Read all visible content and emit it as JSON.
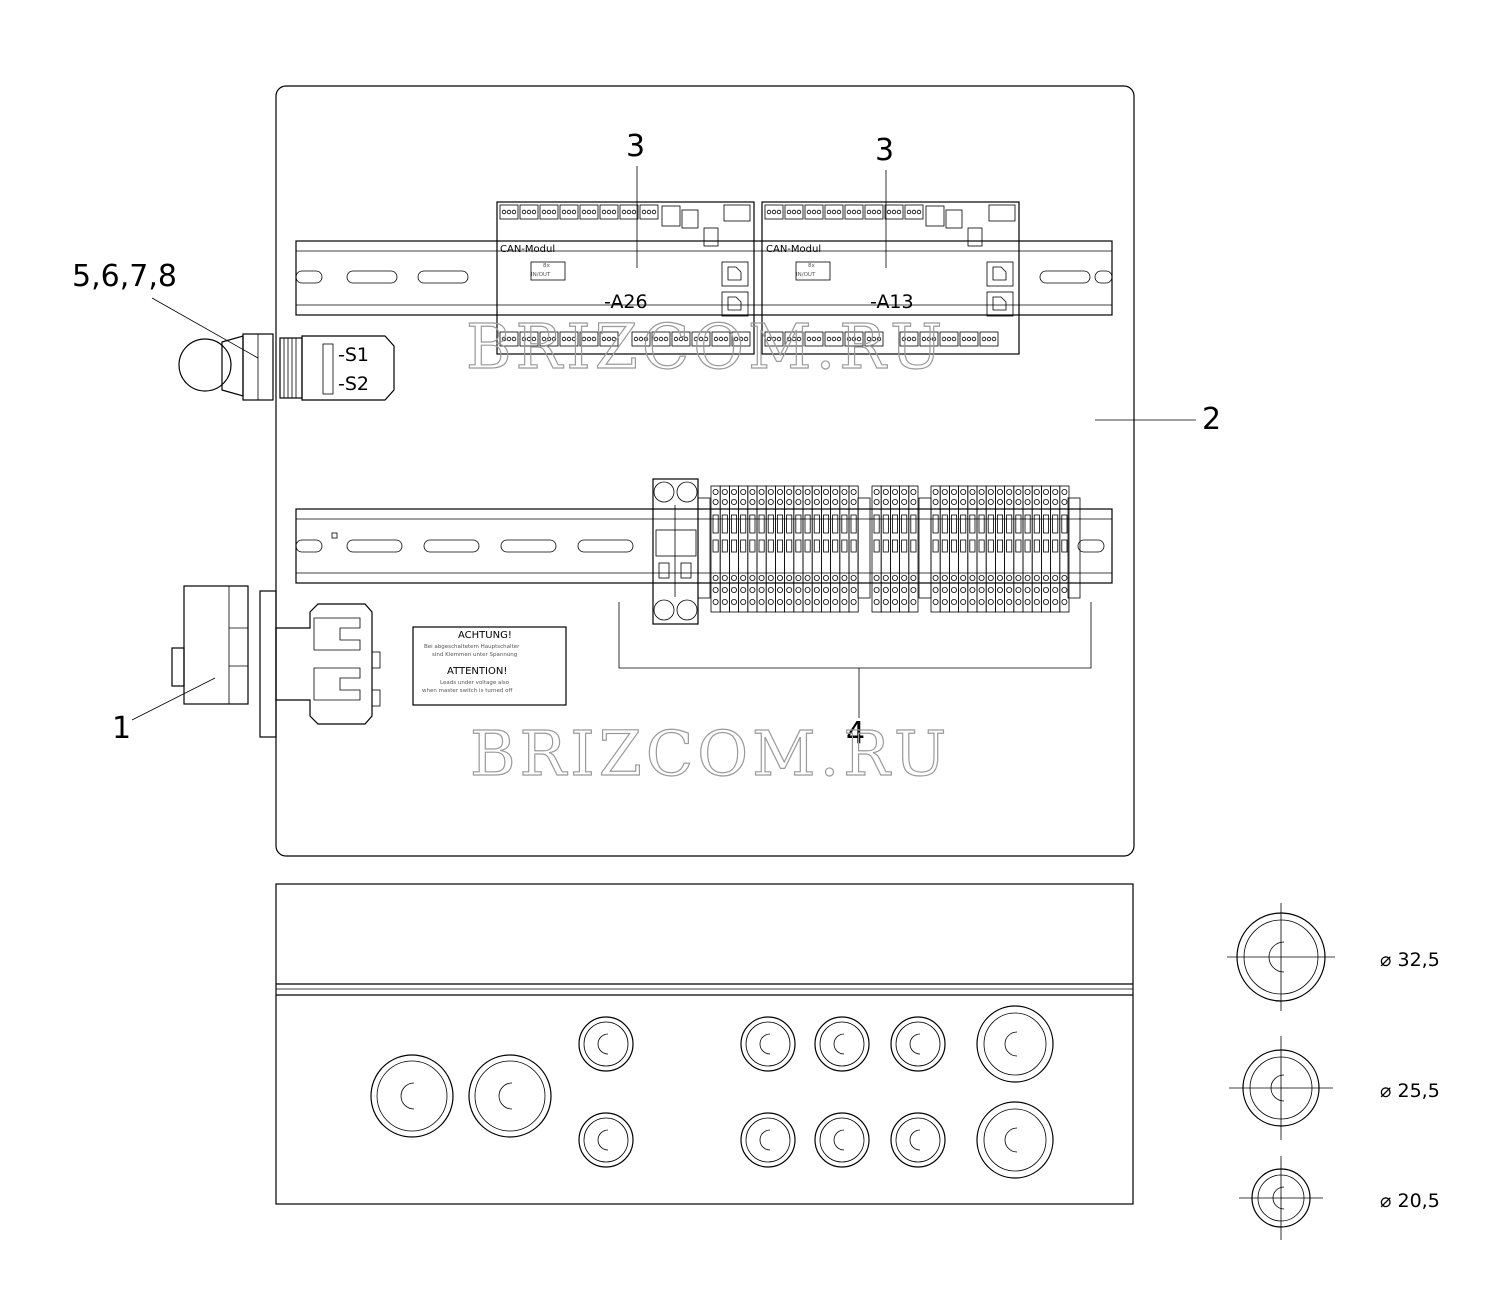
{
  "callouts": {
    "c1": "1",
    "c2": "2",
    "c3a": "3",
    "c3b": "3",
    "c4": "4",
    "c5": "5,6,7,8"
  },
  "modules": {
    "left": {
      "title": "CAN-Modul",
      "tag": "-A26",
      "sub1": "8x",
      "sub2": "IN/OUT"
    },
    "right": {
      "title": "CAN-Modul",
      "tag": "-A13",
      "sub1": "8x",
      "sub2": "IN/OUT"
    }
  },
  "switches": {
    "s1": "-S1",
    "s2": "-S2"
  },
  "warning": {
    "head_de": "ACHTUNG!",
    "line1_de": "Bei abgeschaltetem Hauptschalter",
    "line2_de": "sind Klemmen unter Spannung",
    "head_en": "ATTENTION!",
    "line1_en": "Leads under voltage also",
    "line2_en": "when master switch is turned off"
  },
  "holes": {
    "d1": "32,5",
    "d2": "25,5",
    "d3": "20,5",
    "diameter_symbol": "⌀"
  },
  "watermark": {
    "top": "BRIZCOM.RU",
    "bottom": "BRIZCOM.RU"
  }
}
